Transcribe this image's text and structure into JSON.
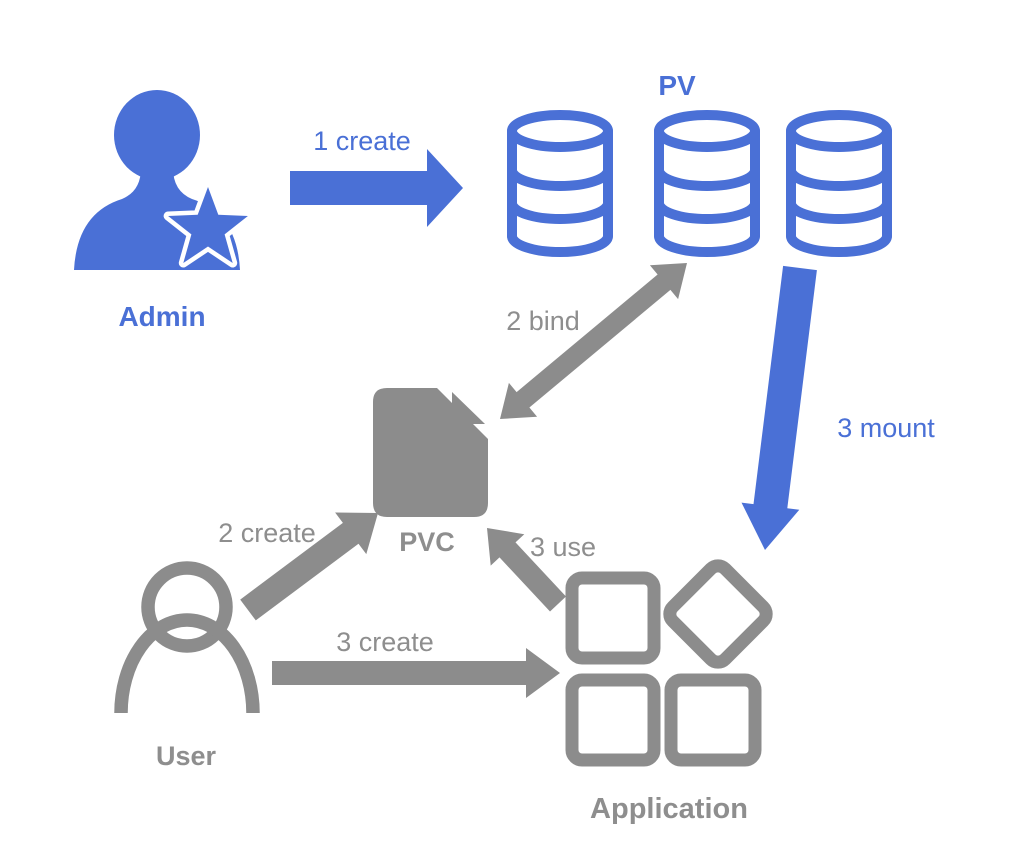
{
  "colors": {
    "blue": "#4A70D6",
    "gray": "#8C8C8C",
    "background": "#FFFFFF"
  },
  "nodes": {
    "admin": {
      "label": "Admin"
    },
    "pv": {
      "label": "PV",
      "cylinder_count": 3
    },
    "pvc": {
      "label": "PVC"
    },
    "user": {
      "label": "User"
    },
    "application": {
      "label": "Application"
    }
  },
  "edges": {
    "admin_creates_pv": {
      "label": "1 create"
    },
    "pvc_binds_pv": {
      "label": "2 bind"
    },
    "pv_mounts_app": {
      "label": "3 mount"
    },
    "user_creates_pvc": {
      "label": "2 create"
    },
    "app_uses_pvc": {
      "label": "3 use"
    },
    "user_creates_app": {
      "label": "3 create"
    }
  }
}
